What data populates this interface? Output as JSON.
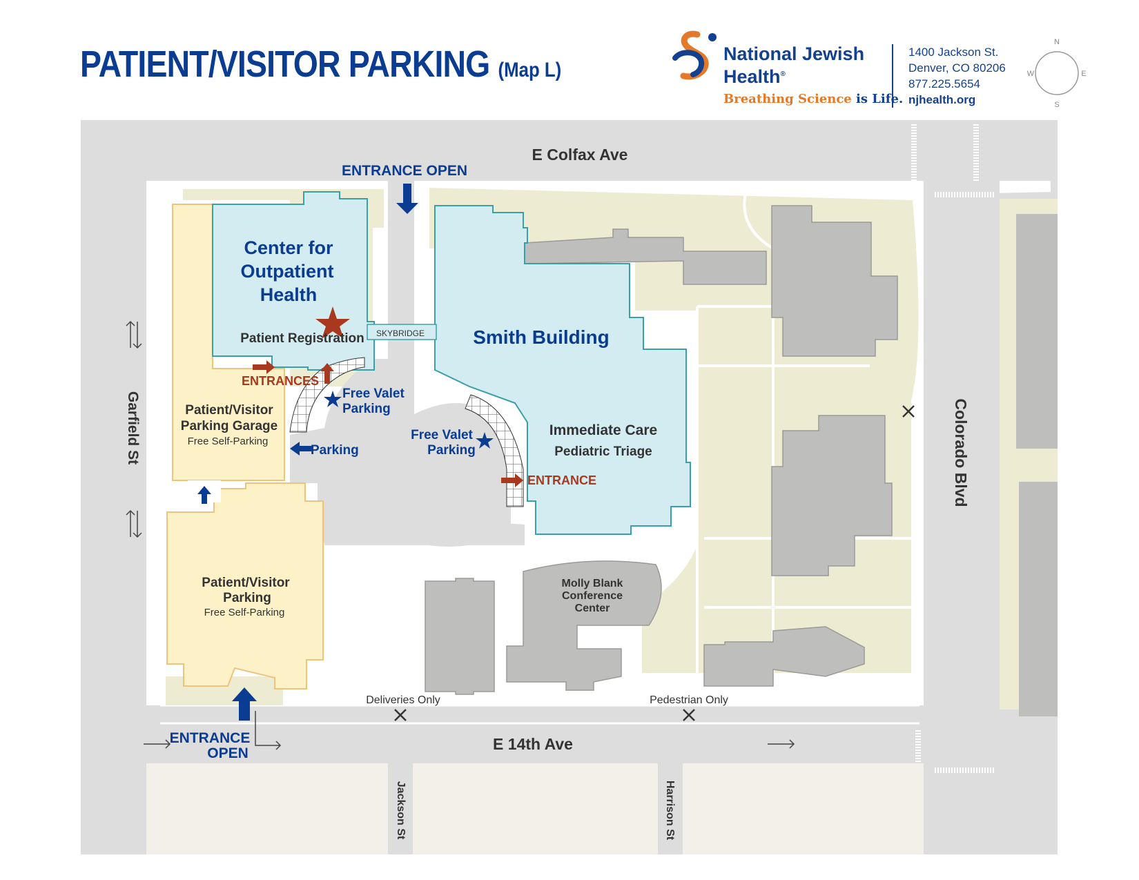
{
  "header": {
    "title": "PATIENT/VISITOR PARKING",
    "subtitle": "(Map L)"
  },
  "brand": {
    "name_line1": "National Jewish",
    "name_line2": "Health",
    "registered_mark": "®",
    "tagline_part1": "Breathing Science",
    "tagline_part2": "is Life.",
    "logo_icon": "njh-helix-logo"
  },
  "contact": {
    "address1": "1400 Jackson St.",
    "address2": "Denver, CO 80206",
    "phone": "877.225.5654",
    "website": "njhealth.org"
  },
  "compass": {
    "n": "N",
    "s": "S",
    "e": "E",
    "w": "W"
  },
  "streets": {
    "colfax": "E Colfax Ave",
    "fourteenth": "E 14th Ave",
    "garfield": "Garfield St",
    "colorado": "Colorado Blvd",
    "jackson": "Jackson St",
    "harrison": "Harrison St"
  },
  "buildings": {
    "cop_line1": "Center for",
    "cop_line2": "Outpatient",
    "cop_line3": "Health",
    "patient_registration": "Patient Registration",
    "skybridge": "SKYBRIDGE",
    "smith": "Smith Building",
    "immediate_care": "Immediate Care",
    "pediatric_triage": "Pediatric Triage",
    "molly_line1": "Molly Blank",
    "molly_line2": "Conference",
    "molly_line3": "Center",
    "garage_line1": "Patient/Visitor",
    "garage_line2": "Parking Garage",
    "garage_sub": "Free Self-Parking",
    "lot_line1": "Patient/Visitor",
    "lot_line2": "Parking",
    "lot_sub": "Free Self-Parking"
  },
  "labels": {
    "entrance_open_top": "ENTRANCE OPEN",
    "entrance_open_bottom_1": "ENTRANCE",
    "entrance_open_bottom_2": "OPEN",
    "entrances": "ENTRANCES",
    "entrance": "ENTRANCE",
    "valet1_line1": "Free Valet",
    "valet1_line2": "Parking",
    "valet2_line1": "Free Valet",
    "valet2_line2": "Parking",
    "parking": "Parking",
    "deliveries_only": "Deliveries Only",
    "pedestrian_only": "Pedestrian Only"
  },
  "colors": {
    "navy": "#0a3d91",
    "entrance_red": "#a8391e",
    "building_blue": "#d3ecf2",
    "building_blue_outline": "#3aa0a8",
    "parking_yellow": "#fdf1c7",
    "parking_outline": "#f1c27a",
    "other_building": "#bebebc",
    "road": "#dddddd",
    "green_space": "#eeebd3",
    "south_blocks": "#f3f0e9",
    "brand_orange": "#e4792a"
  }
}
